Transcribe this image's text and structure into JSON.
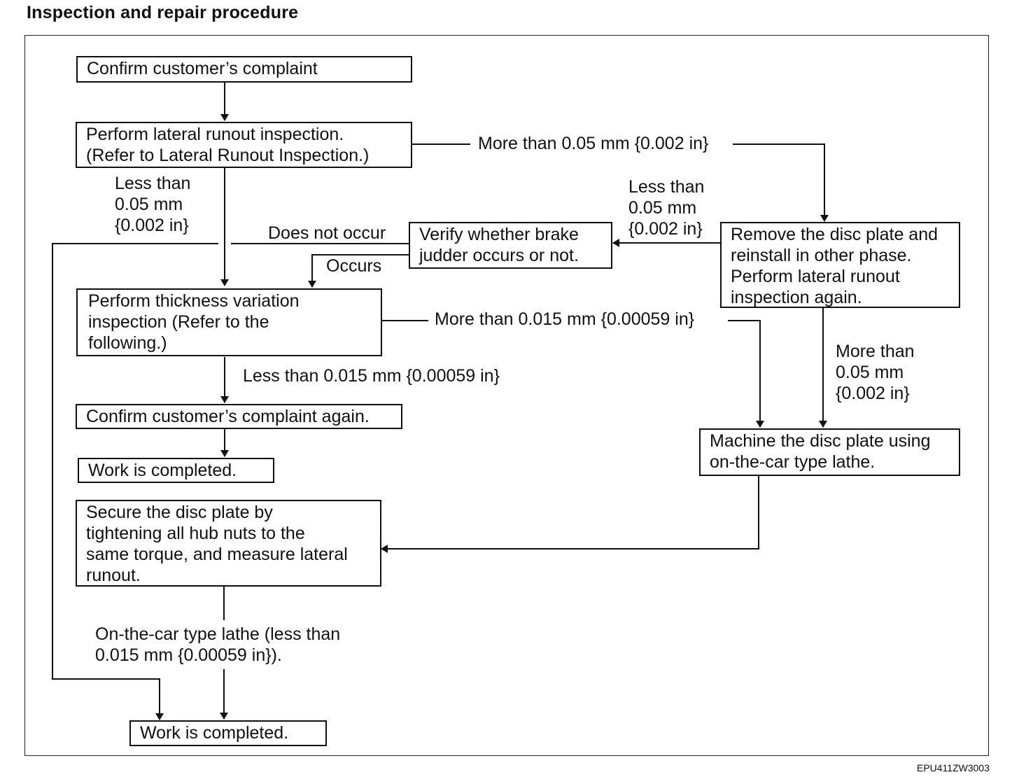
{
  "title": "Inspection and repair procedure",
  "figure_code": "EPU411ZW3003",
  "steps": {
    "confirm_complaint": "Confirm customer’s complaint",
    "lateral_runout": "Perform lateral runout inspection.\n(Refer to Lateral Runout Inspection.)",
    "verify_judder": "Verify whether brake\njudder occurs or not.",
    "remove_disc": "Remove the disc plate and\nreinstall in other phase.\nPerform lateral runout\ninspection again.",
    "thickness_variation": "Perform thickness variation\ninspection (Refer to the\nfollowing.)",
    "confirm_again": "Confirm customer’s complaint again.",
    "work_completed_1": "Work is completed.",
    "machine_disc": "Machine the disc plate using\non-the-car type lathe.",
    "secure_disc": "Secure the disc plate by\ntightening all hub nuts to the\nsame torque, and measure lateral\nrunout.",
    "work_completed_2": "Work is completed."
  },
  "labels": {
    "runout_more": "More than 0.05 mm {0.002 in}",
    "runout_less_left": "Less than\n0.05 mm\n{0.002 in}",
    "runout_less_right": "Less than\n0.05 mm\n{0.002 in}",
    "does_not_occur": "Does not occur",
    "occurs": "Occurs",
    "thickness_more": "More than 0.015 mm {0.00059 in}",
    "thickness_less": "Less than 0.015 mm {0.00059 in}",
    "runout_again_more": "More than\n0.05 mm\n{0.002 in}",
    "lathe_result": "On-the-car type lathe (less than\n0.015 mm {0.00059 in})."
  }
}
